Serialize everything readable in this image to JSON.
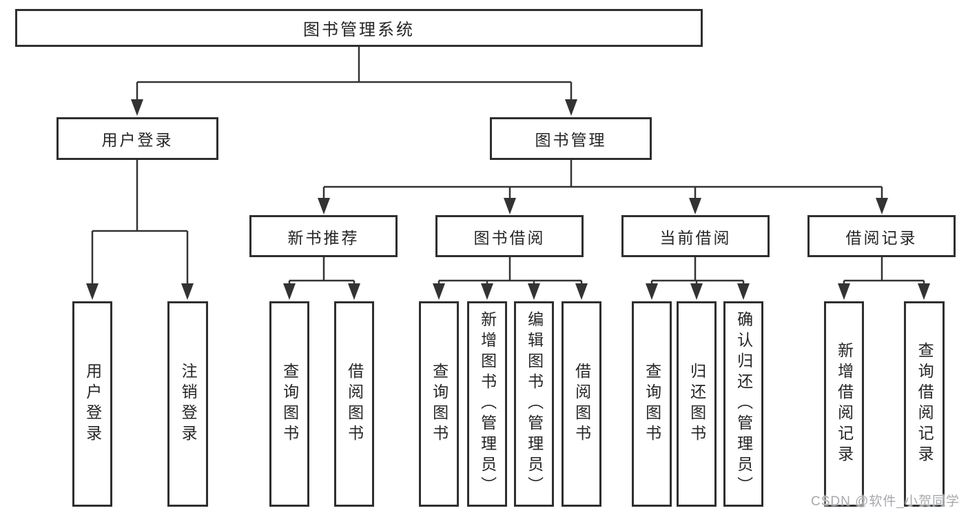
{
  "tree": {
    "root": "图书管理系统",
    "branches": [
      {
        "label": "用户登录",
        "children": [
          "用户登录",
          "注销登录"
        ]
      },
      {
        "label": "图书管理",
        "groups": [
          {
            "label": "新书推荐",
            "children": [
              "查询图书",
              "借阅图书"
            ]
          },
          {
            "label": "图书借阅",
            "children": [
              "查询图书",
              "新增图书（管理员）",
              "编辑图书（管理员）",
              "借阅图书"
            ]
          },
          {
            "label": "当前借阅",
            "children": [
              "查询图书",
              "归还图书",
              "确认归还（管理员）"
            ]
          },
          {
            "label": "借阅记录",
            "children": [
              "新增借阅记录",
              "查询借阅记录"
            ]
          }
        ]
      }
    ]
  },
  "watermark": "CSDN @软件_小贺同学",
  "colors": {
    "line": "#333333",
    "box_border": "#2f2f2f",
    "text": "#262626",
    "watermark": "#a6a9ad",
    "background": "#ffffff"
  }
}
